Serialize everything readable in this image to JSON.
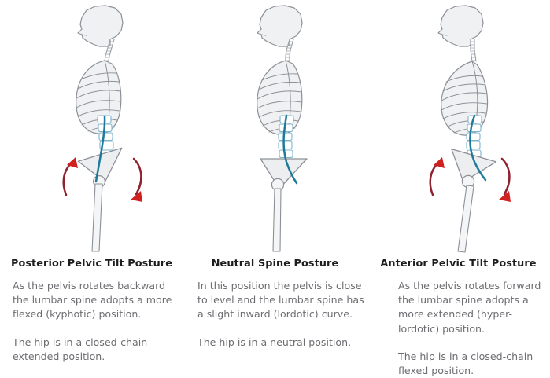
{
  "page": {
    "background_color": "#ffffff",
    "body_text_color": "#6d6d72",
    "title_text_color": "#1d1d1f",
    "bone_fill_color": "#f0f1f3",
    "bone_stroke_color": "#8c9096",
    "spine_line_color": "#1f7a99",
    "vertebra_stroke_color": "#7fb3cc",
    "arrow_color": "#d02020",
    "arrow_stroke_color": "#8e2230"
  },
  "columns": [
    {
      "id": "posterior-pelvic-tilt",
      "title": "Posterior Pelvic Tilt Posture",
      "paragraphs": [
        "As the pelvis rotates backward the lumbar spine adopts a more flexed (kyphotic) position.",
        "The hip is in a closed-chain extended position."
      ],
      "figure": {
        "pelvis_tilt_degrees": -18,
        "torso_lean_degrees": -4,
        "lumbar_curve": "flexed-kyphotic",
        "arrows_visible": true,
        "left_arrow_direction": "up",
        "right_arrow_direction": "down"
      }
    },
    {
      "id": "neutral-spine",
      "title": "Neutral Spine Posture",
      "paragraphs": [
        "In this position the pelvis is close to level and the lumbar spine has a slight inward (lordotic) curve.",
        "The hip is in a neutral position."
      ],
      "figure": {
        "pelvis_tilt_degrees": 0,
        "torso_lean_degrees": 0,
        "lumbar_curve": "slight-lordotic",
        "arrows_visible": false,
        "left_arrow_direction": "",
        "right_arrow_direction": ""
      }
    },
    {
      "id": "anterior-pelvic-tilt",
      "title": "Anterior Pelvic Tilt Posture",
      "paragraphs": [
        "As the pelvis rotates forward the lumbar spine adopts a more extended (hyper-lordotic) position.",
        "The hip is in a closed-chain flexed position."
      ],
      "figure": {
        "pelvis_tilt_degrees": 16,
        "torso_lean_degrees": 3,
        "lumbar_curve": "hyper-lordotic",
        "arrows_visible": true,
        "left_arrow_direction": "up",
        "right_arrow_direction": "down"
      }
    }
  ]
}
